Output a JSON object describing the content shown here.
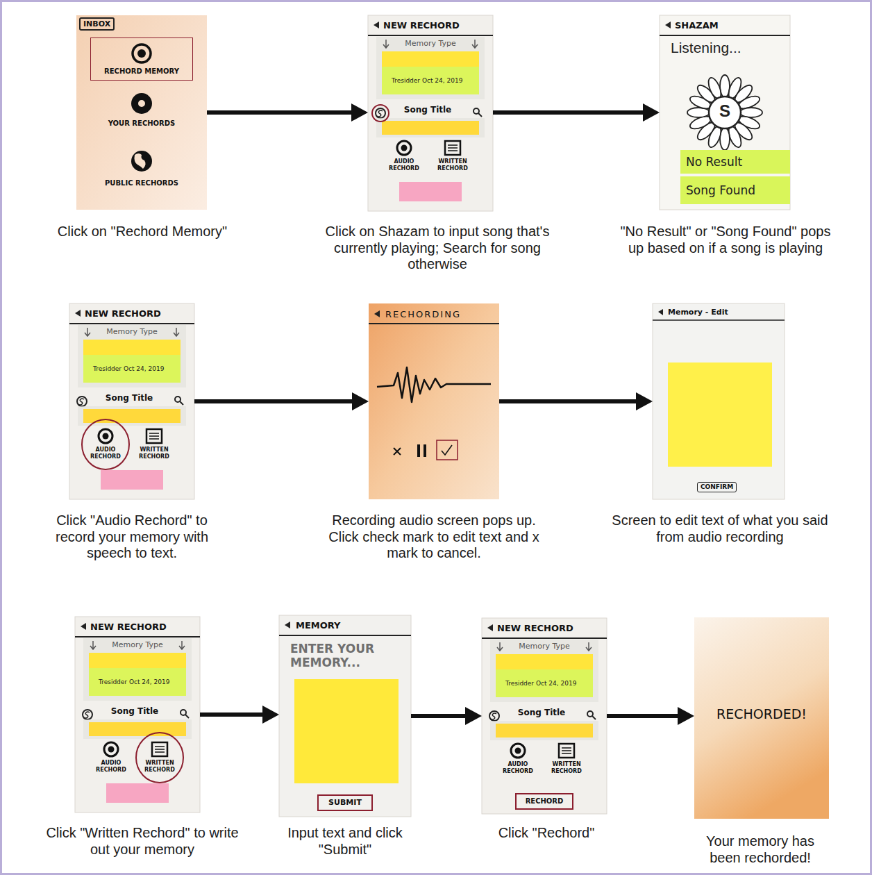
{
  "diagram": {
    "nodes": [
      {
        "text": [
          "YOUR RECHORDS",
          "PUBLIC RECHORDS"
        ]
      },
      {
        "text": [
          "INBOX"
        ],
        "in": 0
      },
      {
        "text": [
          "RECHORD MEMORY"
        ],
        "in": 0
      },
      {
        "text": [
          "NEW RECHORD",
          "Memory Type",
          "Song Title",
          "AUDIO RECHORD",
          "WRITTEN RECHORD"
        ]
      },
      {
        "text": [
          "Tresidder Oct 24, 2019"
        ],
        "in": 3
      },
      {
        "text": [
          "SHAZAM",
          "Listening...",
          "S"
        ]
      },
      {
        "text": [
          "No Result"
        ],
        "in": 5
      },
      {
        "text": [
          "Song Found"
        ],
        "in": 5
      },
      {
        "text": [
          "NEW RECHORD",
          "Memory Type",
          "Song Title",
          "AUDIO RECHORD",
          "WRITTEN RECHORD"
        ]
      },
      {
        "text": [
          "Tresidder Oct 24, 2019"
        ],
        "in": 8
      },
      {
        "text": [
          "RECHORDING"
        ]
      },
      {
        "text": [
          "Memory - Edit"
        ]
      },
      {
        "text": [
          "CONFIRM"
        ],
        "in": 11
      },
      {
        "text": [
          "NEW RECHORD",
          "Memory Type",
          "Song Title",
          "AUDIO RECHORD",
          "WRITTEN RECHORD"
        ]
      },
      {
        "text": [
          "Tresidder Oct 24, 2019"
        ],
        "in": 13
      },
      {
        "text": [
          "MEMORY",
          "ENTER YOUR MEMORY..."
        ]
      },
      {
        "text": [
          "SUBMIT"
        ],
        "in": 15
      },
      {
        "text": [
          "NEW RECHORD",
          "Memory Type",
          "Song Title",
          "AUDIO RECHORD",
          "WRITTEN RECHORD"
        ]
      },
      {
        "text": [
          "Tresidder Oct 24, 2019"
        ],
        "in": 17
      },
      {
        "text": [
          "RECHORD"
        ],
        "in": 17
      },
      {
        "text": [
          "RECHORDED!"
        ]
      }
    ],
    "edges": [
      {
        "from": 0,
        "to": 3,
        "arrow": "to"
      },
      {
        "from": 3,
        "to": 5,
        "arrow": "to"
      },
      {
        "from": 8,
        "to": 10,
        "arrow": "to"
      },
      {
        "from": 10,
        "to": 11,
        "arrow": "to"
      },
      {
        "from": 13,
        "to": 15,
        "arrow": "to"
      },
      {
        "from": 15,
        "to": 17,
        "arrow": "to"
      },
      {
        "from": 17,
        "to": 20,
        "arrow": "to"
      }
    ],
    "labels": [
      "Click on \"Rechord Memory\"",
      "Click on Shazam to input song that's currently playing; Search for song otherwise",
      "\"No Result\" or \"Song Found\" pops up based on if a song is playing",
      "Click \"Audio Rechord\" to record your memory with speech to text.",
      "Recording audio screen pops up. Click check mark to edit text and x mark to cancel.",
      "Screen to edit text of what you said from audio recording",
      "Click \"Written Rechord\" to write out your memory",
      "Input text and click \"Submit\"",
      "Click \"Rechord\"",
      "Your memory has been rechorded!"
    ]
  }
}
